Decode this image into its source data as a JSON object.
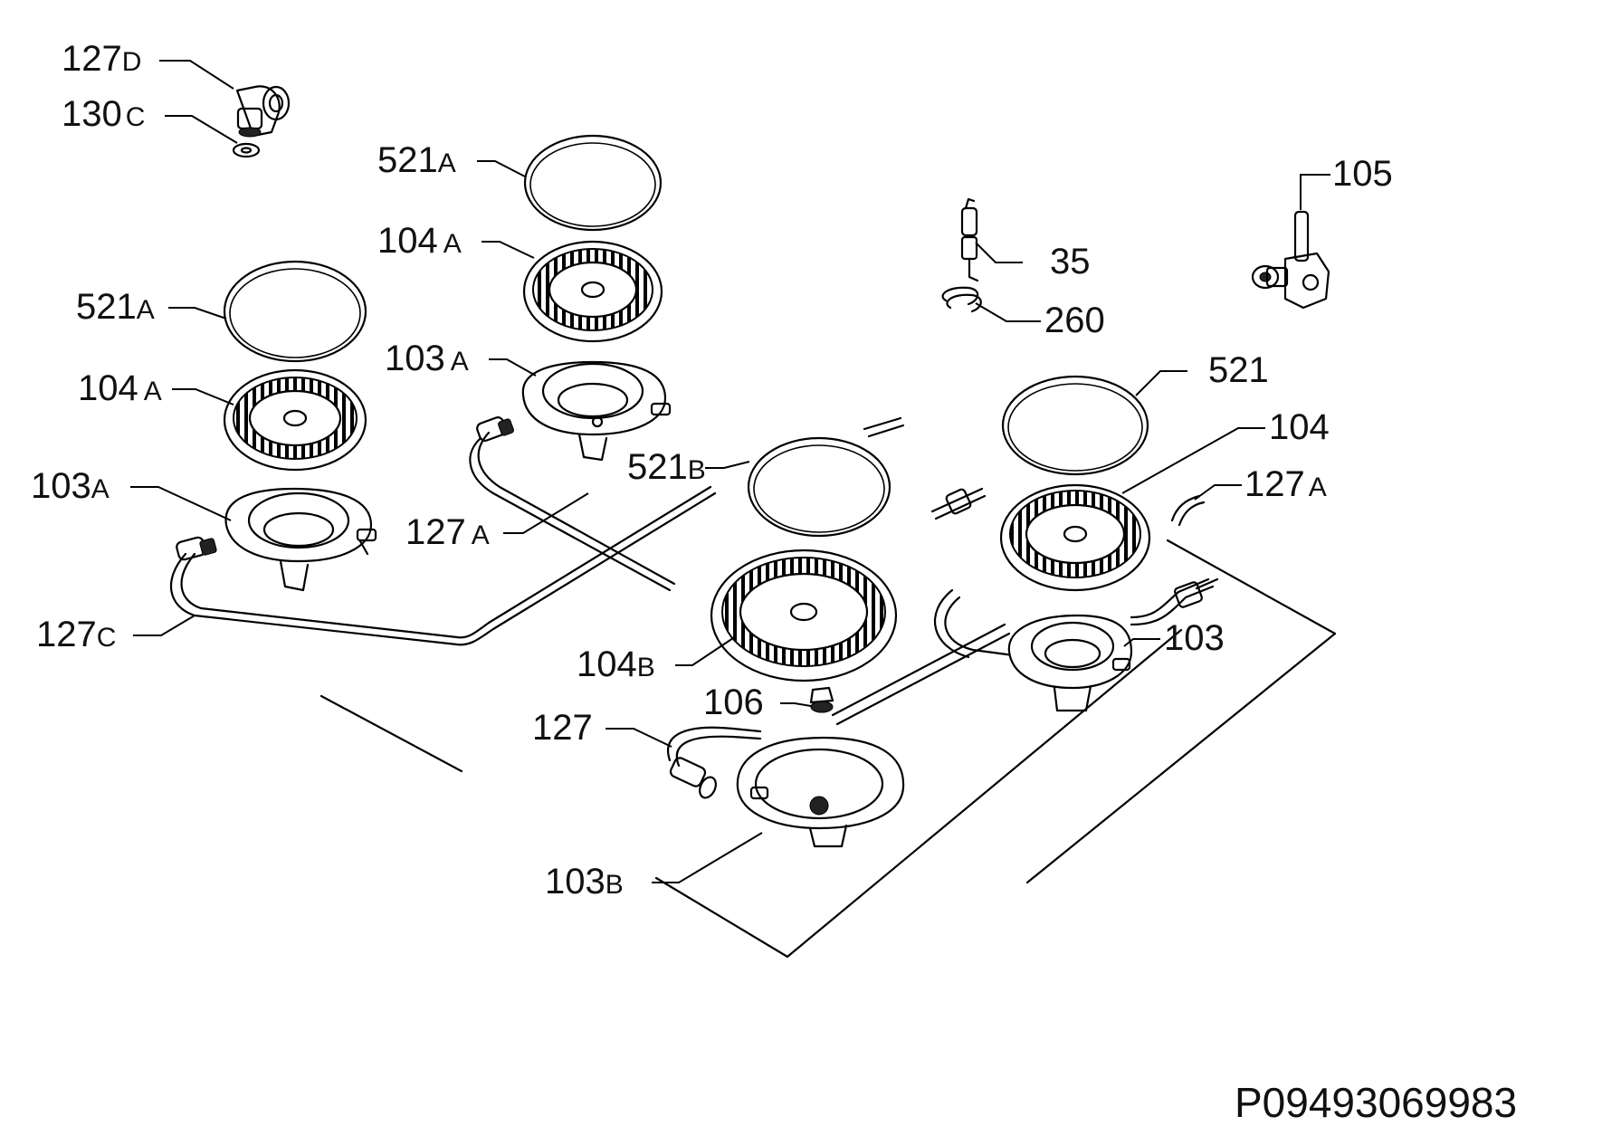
{
  "drawing_code": "P09493069983",
  "parts": {
    "p127d": {
      "num": "127",
      "suffix": "D"
    },
    "p130c": {
      "num": "130",
      "suffix": "C"
    },
    "p521a_1": {
      "num": "521",
      "suffix": "A"
    },
    "p104a_1": {
      "num": "104",
      "suffix": "A"
    },
    "p521a_2": {
      "num": "521",
      "suffix": "A"
    },
    "p104a_2": {
      "num": "104",
      "suffix": "A"
    },
    "p103a_1": {
      "num": "103",
      "suffix": "A"
    },
    "p103a_2": {
      "num": "103",
      "suffix": "A"
    },
    "p127a_1": {
      "num": "127",
      "suffix": "A"
    },
    "p127c": {
      "num": "127",
      "suffix": "C"
    },
    "p521b": {
      "num": "521",
      "suffix": "B"
    },
    "p104b": {
      "num": "104",
      "suffix": "B"
    },
    "p106": {
      "num": "106",
      "suffix": ""
    },
    "p127": {
      "num": "127",
      "suffix": ""
    },
    "p103b": {
      "num": "103",
      "suffix": "B"
    },
    "p35": {
      "num": "35",
      "suffix": ""
    },
    "p260": {
      "num": "260",
      "suffix": ""
    },
    "p105": {
      "num": "105",
      "suffix": ""
    },
    "p521": {
      "num": "521",
      "suffix": ""
    },
    "p104": {
      "num": "104",
      "suffix": ""
    },
    "p127a_2": {
      "num": "127",
      "suffix": "A"
    },
    "p103": {
      "num": "103",
      "suffix": ""
    }
  }
}
